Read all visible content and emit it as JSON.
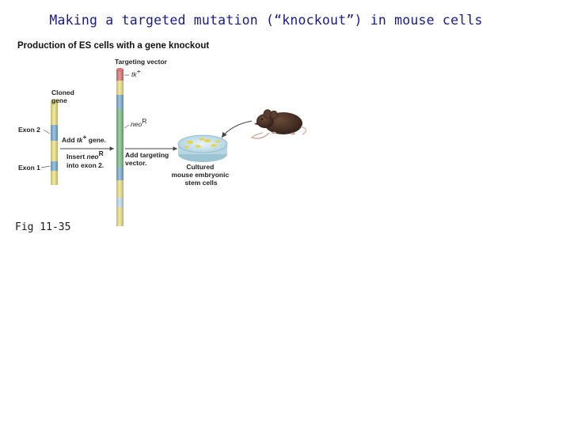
{
  "slide": {
    "title": "Making a targeted mutation (“knockout”) in mouse cells",
    "caption": "Fig 11-35"
  },
  "figure": {
    "heading": "Production of ES cells with a gene knockout",
    "targeting_vector": "Targeting vector",
    "tk_plus": "tk",
    "tk_sup": "+",
    "cloned_gene": [
      "Cloned",
      "gene"
    ],
    "exon2": "Exon 2",
    "exon1": "Exon 1",
    "add_tk_prefix": "Add ",
    "add_tk_gene": "tk",
    "add_tk_sup": "+",
    "add_tk_suffix": " gene.",
    "insert_prefix": "Insert ",
    "insert_neo": "neo",
    "insert_sup": "R",
    "into_exon2": "into exon 2.",
    "neo_r": "neo",
    "neo_r_sup": "R",
    "add_targeting": [
      "Add targeting",
      "vector."
    ],
    "cultured": [
      "Cultured",
      "mouse embryonic",
      "stem cells"
    ]
  },
  "colors": {
    "yellow": "#f2e78a",
    "blue": "#7fb3d9",
    "green": "#7cc48a",
    "red": "#e07a7a",
    "light_blue": "#c6e1f2",
    "mouse": "#4a3328",
    "dish": "#cfe6ee"
  }
}
